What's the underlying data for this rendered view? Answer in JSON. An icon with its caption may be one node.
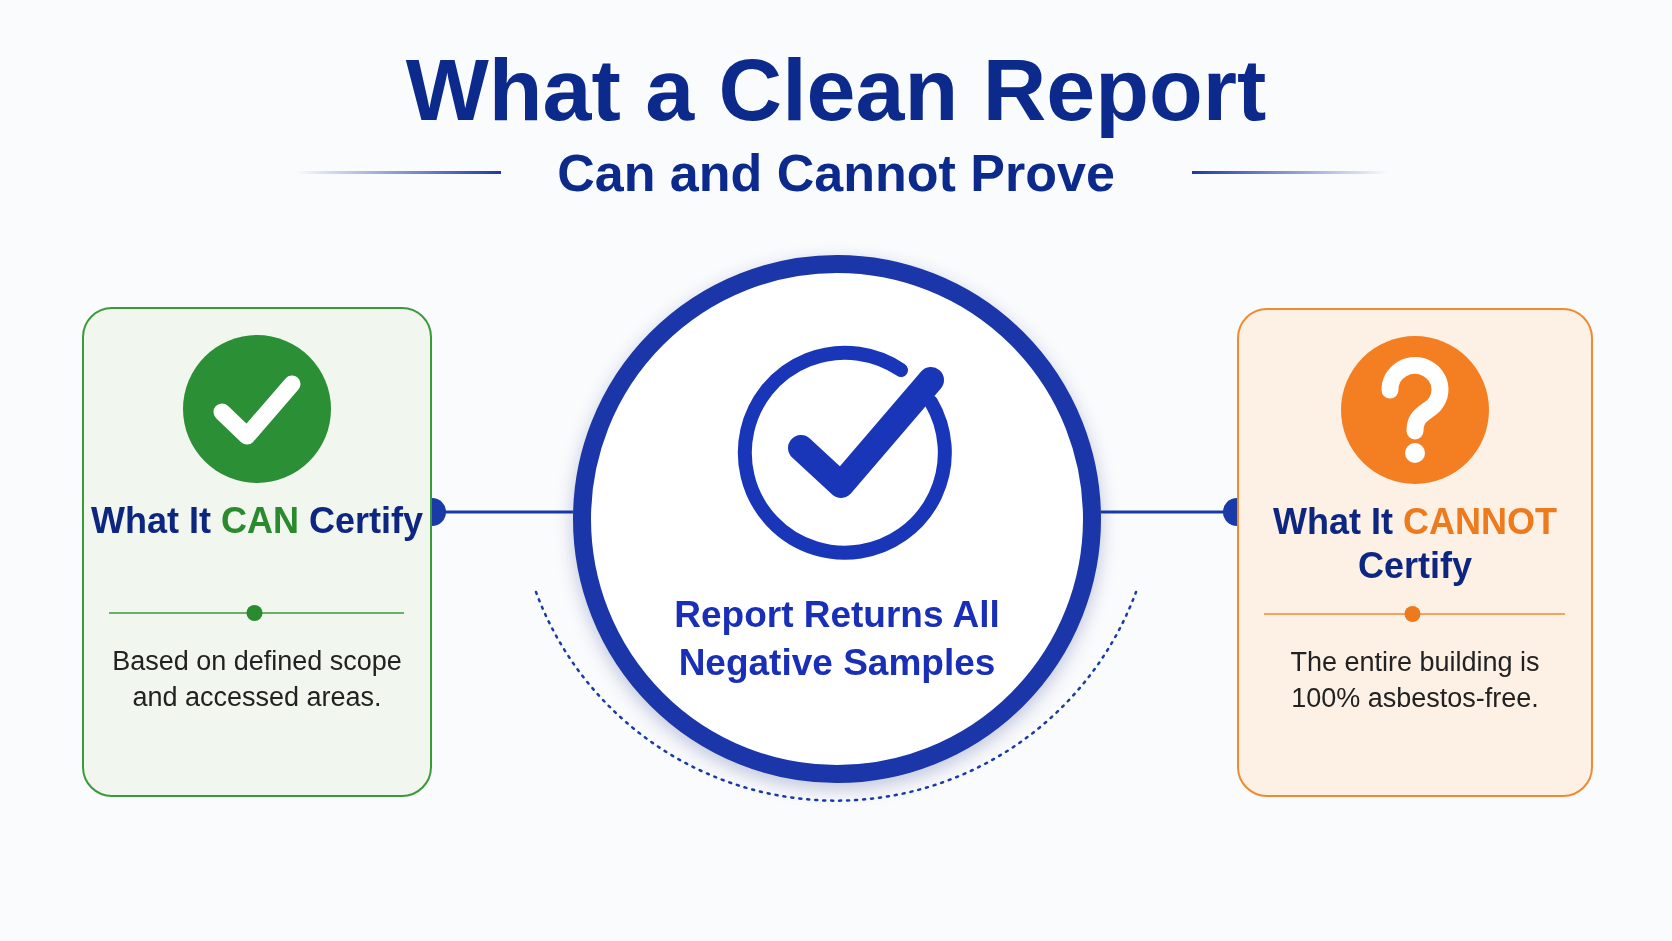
{
  "diagram": {
    "title": "What a Clean Report",
    "caption": "Can and Cannot Prove",
    "nodes": [
      {
        "text": [
          "What It **CAN** Certify",
          "Based on defined scope and accessed areas."
        ]
      },
      {
        "text": [
          "Report Returns All Negative Samples"
        ]
      },
      {
        "text": [
          "What It **CANNOT** Certify",
          "The entire building is 100% asbestos-free."
        ]
      }
    ],
    "edges": [
      {
        "from": 1,
        "to": 0,
        "arrow": "other"
      },
      {
        "from": 1,
        "to": 2,
        "arrow": "other"
      }
    ]
  }
}
